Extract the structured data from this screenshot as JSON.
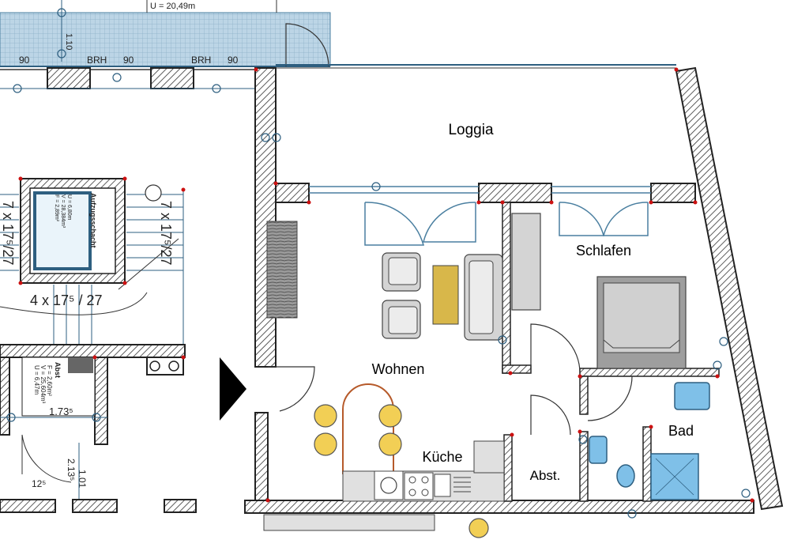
{
  "rooms": {
    "loggia": "Loggia",
    "wohnen": "Wohnen",
    "schlafen": "Schlafen",
    "kueche": "Küche",
    "bad": "Bad",
    "abst": "Abst."
  },
  "stair": {
    "left_flight": "7 x 17⁵/27",
    "right_flight": "7 x 17⁵/27",
    "bottom_flight": "4 x 17⁵ / 27",
    "lift_label": "Aufzugsschacht",
    "lift_f": "F = 2,89m²",
    "lift_v": "V = 28,384m³",
    "lift_u": "U = 6,80m"
  },
  "abst_left": {
    "label": "Abst",
    "f": "F = 2,60m²",
    "v": "V = 25,604m³",
    "u": "U = 6,47m",
    "width": "1.73⁵",
    "dim_a": "2.13⁵",
    "dim_b": "1.01",
    "dim_c": "12⁵"
  },
  "balcony": {
    "perimeter": "U = 20,49m",
    "depth": "1.10",
    "brh": [
      "BRH",
      "BRH"
    ],
    "vals": [
      "90",
      "90",
      "90"
    ]
  },
  "colors": {
    "wall_hatch": "#3a3a3a",
    "window": "#4a7fa0",
    "balcony_fill": "#b9d3e3",
    "bath_fixture": "#7fc0e8",
    "table": "#d8b74a",
    "chair": "#f2cf55",
    "furniture_grey": "#d4d4d4",
    "marker_red": "#cc1111"
  }
}
